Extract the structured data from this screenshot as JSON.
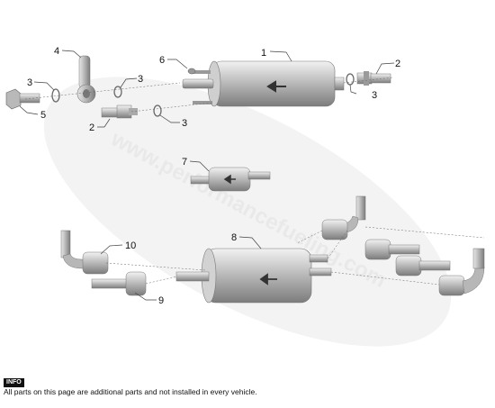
{
  "watermark": "www.performancefueling.com",
  "callouts": {
    "c1": "1",
    "c2a": "2",
    "c2b": "2",
    "c3a": "3",
    "c3b": "3",
    "c3c": "3",
    "c3d": "3",
    "c4": "4",
    "c5": "5",
    "c6": "6",
    "c7": "7",
    "c8": "8",
    "c9": "9",
    "c10": "10"
  },
  "info": {
    "badge": "INFO",
    "text": "All parts on this page are additional parts and not installed in every vehicle."
  },
  "colors": {
    "part_body": "#bdbdbd",
    "part_dark": "#8c8c8c",
    "watermark": "#efefef"
  }
}
